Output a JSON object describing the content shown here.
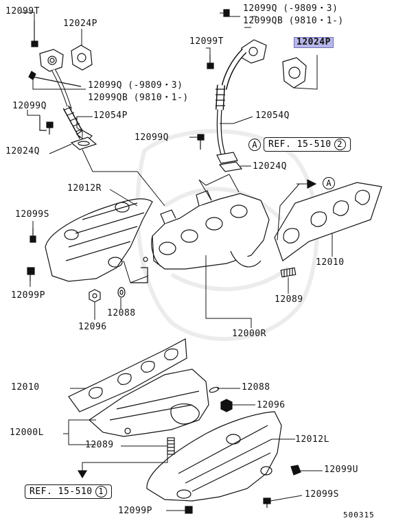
{
  "labels": {
    "l1": "12099T",
    "l2": "12024P",
    "l3": "12099Q (-9809・3)",
    "l4": "12099QB (9810・1-)",
    "l5": "12099T",
    "l6": "12024P",
    "l7": "12099Q (-9809・3)",
    "l8": "12099QB (9810・1-)",
    "l9": "12099Q",
    "l10": "12054P",
    "l11": "12054Q",
    "l12": "12099Q",
    "l13": "12024Q",
    "l14": "12024Q",
    "l15": "12012R",
    "l16": "12099S",
    "l17": "12099P",
    "l18": "12010",
    "l19": "12089",
    "l20": "12096",
    "l21": "12088",
    "l22": "12000R",
    "l23": "12010",
    "l24": "12088",
    "l25": "12096",
    "l26": "12000L",
    "l27": "12089",
    "l28": "12012L",
    "l29": "12099U",
    "l30": "12099S",
    "l31": "12099P"
  },
  "refs": {
    "ref_top_text": "REF. 15-510",
    "ref_top_num": "2",
    "ref_bottom_text": "REF. 15-510",
    "ref_bottom_num": "1",
    "arrow_a_top": "A",
    "arrow_a_right": "A"
  },
  "doc_id": "500315"
}
